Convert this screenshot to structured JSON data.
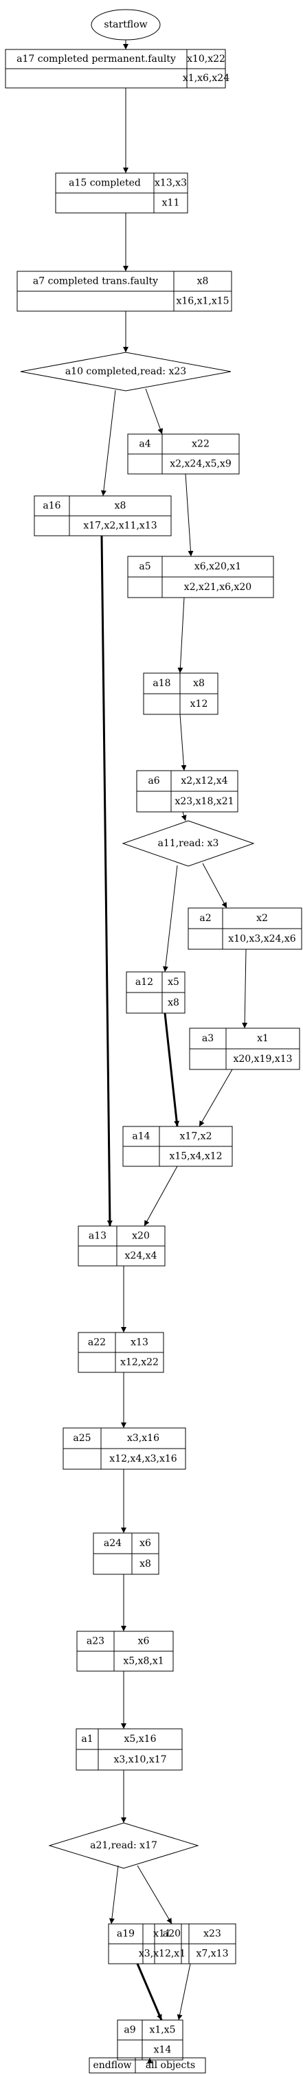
{
  "start": {
    "label": "startflow"
  },
  "end": {
    "left": "endflow",
    "right": "all objects"
  },
  "nodes": [
    {
      "id": "a17",
      "name": "a17 completed permanent.faulty",
      "top": "x10,x22",
      "bottom": "x1,x6,x24"
    },
    {
      "id": "a15",
      "name": "a15 completed",
      "top": "x13,x3",
      "bottom": "x11"
    },
    {
      "id": "a7",
      "name": "a7 completed trans.faulty",
      "top": "x8",
      "bottom": "x16,x1,x15"
    },
    {
      "id": "a10",
      "diamond": "a10 completed,read: x23"
    },
    {
      "id": "a4",
      "name": "a4",
      "top": "x22",
      "bottom": "x2,x24,x5,x9"
    },
    {
      "id": "a16",
      "name": "a16",
      "top": "x8",
      "bottom": "x17,x2,x11,x13"
    },
    {
      "id": "a5",
      "name": "a5",
      "top": "x6,x20,x1",
      "bottom": "x2,x21,x6,x20"
    },
    {
      "id": "a18",
      "name": "a18",
      "top": "x8",
      "bottom": "x12"
    },
    {
      "id": "a6",
      "name": "a6",
      "top": "x2,x12,x4",
      "bottom": "x23,x18,x21"
    },
    {
      "id": "a11",
      "diamond": "a11,read: x3"
    },
    {
      "id": "a2",
      "name": "a2",
      "top": "x2",
      "bottom": "x10,x3,x24,x6"
    },
    {
      "id": "a12",
      "name": "a12",
      "top": "x5",
      "bottom": "x8"
    },
    {
      "id": "a3",
      "name": "a3",
      "top": "x1",
      "bottom": "x20,x19,x13"
    },
    {
      "id": "a14",
      "name": "a14",
      "top": "x17,x2",
      "bottom": "x15,x4,x12"
    },
    {
      "id": "a13",
      "name": "a13",
      "top": "x20",
      "bottom": "x24,x4"
    },
    {
      "id": "a22",
      "name": "a22",
      "top": "x13",
      "bottom": "x12,x22"
    },
    {
      "id": "a25",
      "name": "a25",
      "top": "x3,x16",
      "bottom": "x12,x4,x3,x16"
    },
    {
      "id": "a24",
      "name": "a24",
      "top": "x6",
      "bottom": "x8"
    },
    {
      "id": "a23",
      "name": "a23",
      "top": "x6",
      "bottom": "x5,x8,x1"
    },
    {
      "id": "a1",
      "name": "a1",
      "top": "x5,x16",
      "bottom": "x3,x10,x17"
    },
    {
      "id": "a21",
      "diamond": "a21,read: x17"
    },
    {
      "id": "a19",
      "name": "a19",
      "top": "x11",
      "bottom": "x3,x12,x1"
    },
    {
      "id": "a20",
      "name": "a20",
      "top": "x23",
      "bottom": "x7,x13"
    },
    {
      "id": "a9",
      "name": "a9",
      "top": "x1,x5",
      "bottom": "x14"
    }
  ]
}
